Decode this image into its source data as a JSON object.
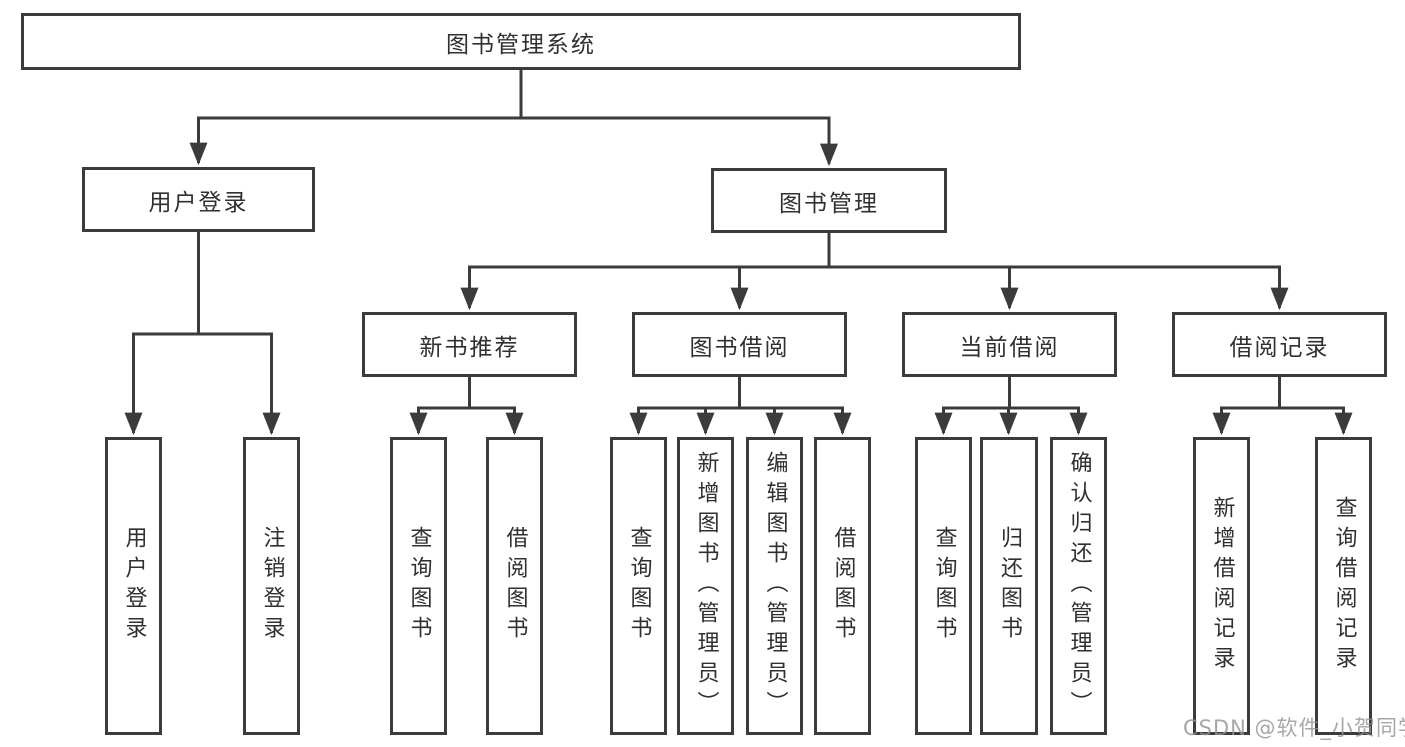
{
  "tree": {
    "root": "图书管理系统",
    "branches": [
      {
        "label": "用户登录",
        "children": [
          "用户登录",
          "注销登录"
        ]
      },
      {
        "label": "图书管理",
        "groups": [
          {
            "label": "新书推荐",
            "children": [
              "查询图书",
              "借阅图书"
            ]
          },
          {
            "label": "图书借阅",
            "children": [
              "查询图书",
              "新增图书（管理员）",
              "编辑图书（管理员）",
              "借阅图书"
            ]
          },
          {
            "label": "当前借阅",
            "children": [
              "查询图书",
              "归还图书",
              "确认归还（管理员）"
            ]
          },
          {
            "label": "借阅记录",
            "children": [
              "新增借阅记录",
              "查询借阅记录"
            ]
          }
        ]
      }
    ],
    "watermark": "CSDN @软件_小贺同学",
    "colors": {
      "line": "#3b3b3b",
      "text": "#303030",
      "watermark": "#949494",
      "background": "#ffffff"
    }
  }
}
